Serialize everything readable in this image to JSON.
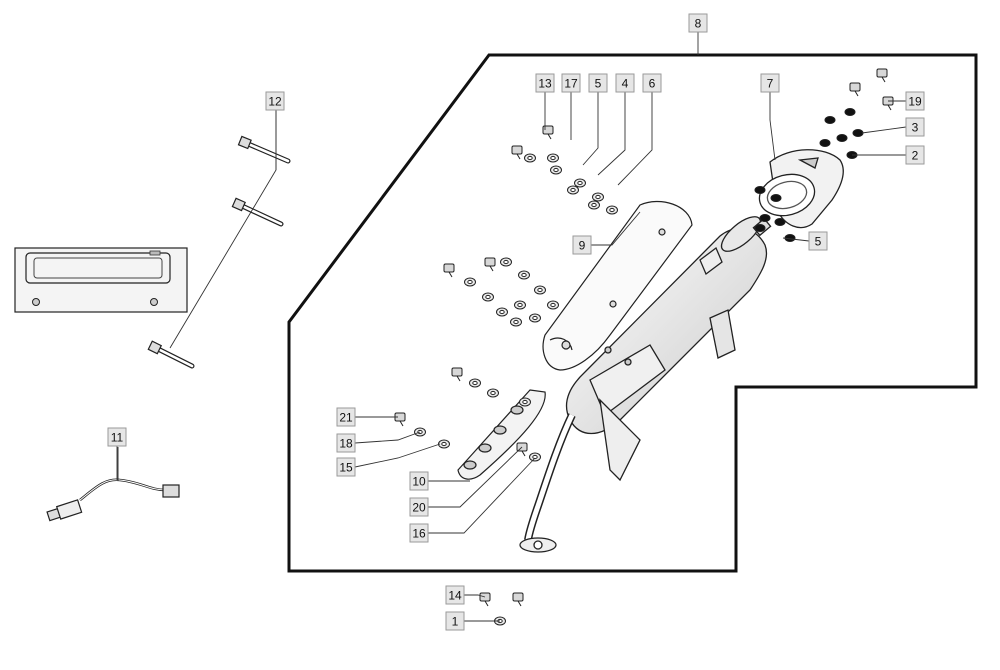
{
  "diagram": {
    "callouts": [
      {
        "id": "c1",
        "label": "1"
      },
      {
        "id": "c2",
        "label": "2"
      },
      {
        "id": "c3",
        "label": "3"
      },
      {
        "id": "c4",
        "label": "4"
      },
      {
        "id": "c5a",
        "label": "5"
      },
      {
        "id": "c5b",
        "label": "5"
      },
      {
        "id": "c6",
        "label": "6"
      },
      {
        "id": "c7",
        "label": "7"
      },
      {
        "id": "c8",
        "label": "8"
      },
      {
        "id": "c9",
        "label": "9"
      },
      {
        "id": "c10",
        "label": "10"
      },
      {
        "id": "c11",
        "label": "11"
      },
      {
        "id": "c12",
        "label": "12"
      },
      {
        "id": "c13",
        "label": "13"
      },
      {
        "id": "c14",
        "label": "14"
      },
      {
        "id": "c15",
        "label": "15"
      },
      {
        "id": "c16",
        "label": "16"
      },
      {
        "id": "c17",
        "label": "17"
      },
      {
        "id": "c18",
        "label": "18"
      },
      {
        "id": "c19",
        "label": "19"
      },
      {
        "id": "c20",
        "label": "20"
      },
      {
        "id": "c21",
        "label": "21"
      }
    ]
  },
  "colors": {
    "stroke": "#222222",
    "callout_fill": "#e6e6e6",
    "callout_border": "#9a9a9a",
    "part_fill": "#ffffff",
    "shade": "#d0d0d0"
  }
}
